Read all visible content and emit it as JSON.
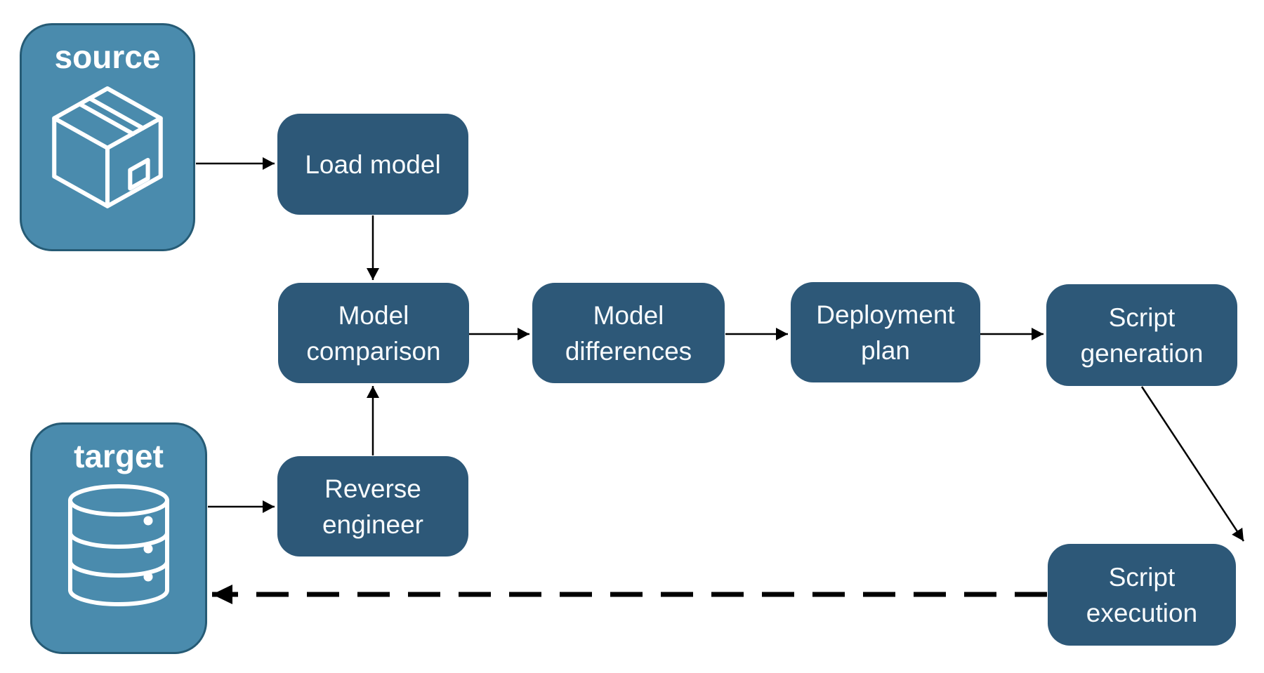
{
  "diagram": {
    "endpoints": {
      "source": {
        "label": "source",
        "icon": "package-icon"
      },
      "target": {
        "label": "target",
        "icon": "database-icon"
      }
    },
    "nodes": {
      "load_model": {
        "label": "Load model"
      },
      "model_comparison": {
        "label": "Model comparison"
      },
      "model_differences": {
        "label": "Model differences"
      },
      "deployment_plan": {
        "label": "Deployment plan"
      },
      "script_generation": {
        "label": "Script generation"
      },
      "reverse_engineer": {
        "label": "Reverse engineer"
      },
      "script_execution": {
        "label": "Script execution"
      }
    },
    "edges": [
      {
        "from": "source",
        "to": "load_model",
        "style": "solid"
      },
      {
        "from": "load_model",
        "to": "model_comparison",
        "style": "solid"
      },
      {
        "from": "model_comparison",
        "to": "model_differences",
        "style": "solid"
      },
      {
        "from": "model_differences",
        "to": "deployment_plan",
        "style": "solid"
      },
      {
        "from": "deployment_plan",
        "to": "script_generation",
        "style": "solid"
      },
      {
        "from": "script_generation",
        "to": "script_execution",
        "style": "solid"
      },
      {
        "from": "target",
        "to": "reverse_engineer",
        "style": "solid"
      },
      {
        "from": "reverse_engineer",
        "to": "model_comparison",
        "style": "solid"
      },
      {
        "from": "script_execution",
        "to": "target",
        "style": "dashed"
      }
    ],
    "colors": {
      "node_fill": "#2D5878",
      "endpoint_fill": "#4A8BAD",
      "endpoint_border": "#265B75",
      "arrow": "#000000",
      "label_text": "#FFFFFF",
      "background": "#FFFFFF"
    }
  }
}
